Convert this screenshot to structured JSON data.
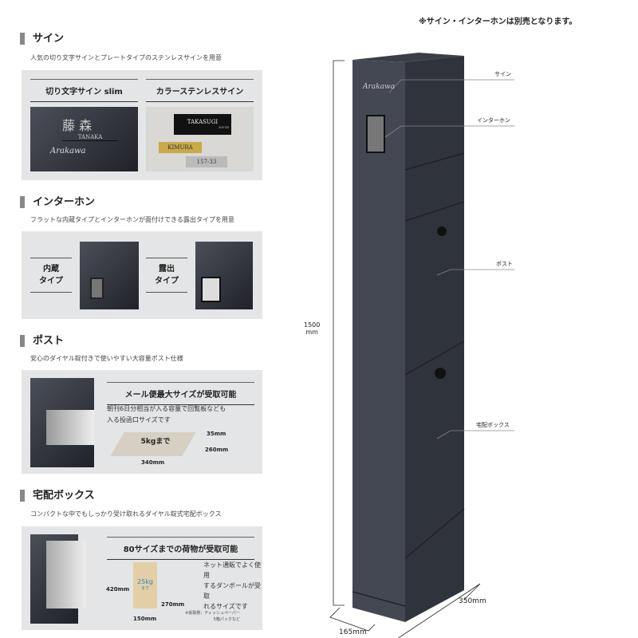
{
  "note": "※サイン・インターホンは別売となります。",
  "sign": {
    "title": "サイン",
    "desc": "人気の切り文字サインとプレートタイプのステンレスサインを用意",
    "left_header": "切り文字サイン slim",
    "right_header": "カラーステンレスサイン",
    "kanji": "藤 森",
    "roman": "TANAKA",
    "script": "Arakawa",
    "plate1": "TAKASUGI",
    "plate1_sub": "3-5-15",
    "plate2": "KIMURA",
    "plate3": "157-33"
  },
  "intercom": {
    "title": "インターホン",
    "desc": "フラットな内蔵タイプとインターホンが面付けできる露出タイプを用意",
    "builtin": [
      "内蔵",
      "タイプ"
    ],
    "exposed": [
      "露出",
      "タイプ"
    ]
  },
  "post": {
    "title": "ポスト",
    "desc": "安心のダイヤル錠付きで使いやすい大容量ポスト仕様",
    "headline": "メール便最大サイズが受取可能",
    "body": [
      "朝刊6日分相当が入る容量で回覧板なども",
      "入る投函口サイズです"
    ],
    "box_label": "5kgまで",
    "h": "35mm",
    "d": "260mm",
    "w": "340mm"
  },
  "delivery": {
    "title": "宅配ボックス",
    "desc": "コンパクトな中でもしっかり受け取れるダイヤル錠式宅配ボックス",
    "headline": "80サイズまでの荷物が受取可能",
    "body": [
      "ネット通販でよく使用",
      "するダンボールが受取",
      "れるサイズです"
    ],
    "weight": "25kg",
    "weight_sub": "まで",
    "h": "420mm",
    "d": "270mm",
    "w": "150mm",
    "example": [
      "※受取例：ティッシュペーパー",
      "5箱パックなど"
    ]
  },
  "product": {
    "height": "1500",
    "height_unit": "mm",
    "depth": "350mm",
    "width": "165mm",
    "callouts": [
      "サイン",
      "インターホン",
      "ポスト",
      "宅配ボックス"
    ],
    "script": "Arakawa"
  }
}
